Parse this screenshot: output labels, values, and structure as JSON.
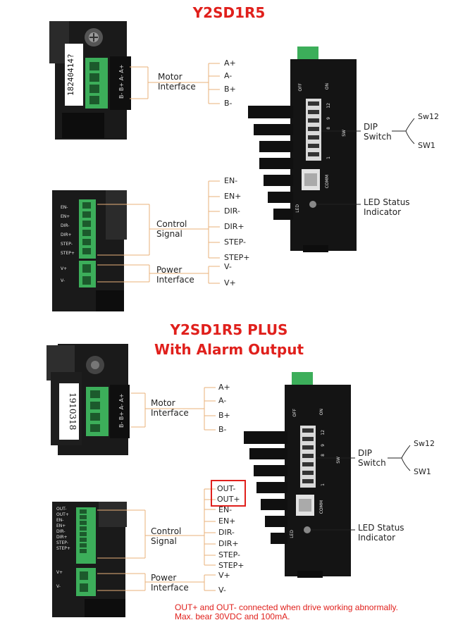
{
  "sections": {
    "top": {
      "title": "Y2SD1R5",
      "serial": "18240414?",
      "motor_label": "Motor\nInterface",
      "motor_pins": [
        "A+",
        "A-",
        "B+",
        "B-"
      ],
      "motor_terminal_text": "B- B+ A- A+",
      "control_label": "Control\nSignal",
      "control_pins": [
        "EN-",
        "EN+",
        "DIR-",
        "DIR+",
        "STEP-",
        "STEP+"
      ],
      "power_label": "Power\nInterface",
      "power_pins": [
        "V-",
        "V+"
      ],
      "side_pins": [
        "EN-",
        "EN+",
        "DIR-",
        "DIR+",
        "STEP-",
        "STEP+",
        "V+",
        "V-"
      ],
      "dip_label": "DIP\nSwitch",
      "dip_pins": [
        "Sw12",
        "SW1"
      ],
      "led_label": "LED Status\nIndicator",
      "body_texts": {
        "off": "OFF",
        "on": "ON",
        "n12": "12",
        "n9": "9",
        "n8": "8",
        "n1": "1",
        "sw": "SW",
        "comm": "COMM",
        "led": "LED"
      }
    },
    "bottom": {
      "title_line1": "Y2SD1R5 PLUS",
      "title_line2": "With Alarm Output",
      "serial": "1910318",
      "motor_label": "Motor\nInterface",
      "motor_pins": [
        "A+",
        "A-",
        "B+",
        "B-"
      ],
      "motor_terminal_text": "B- B+ A- A+",
      "alarm_pins": [
        "OUT-",
        "OUT+"
      ],
      "control_label": "Control\nSignal",
      "control_pins": [
        "EN-",
        "EN+",
        "DIR-",
        "DIR+",
        "STEP-",
        "STEP+"
      ],
      "power_label": "Power\nInterface",
      "power_pins": [
        "V+",
        "V-"
      ],
      "side_pins": [
        "OUT-",
        "OUT+",
        "EN-",
        "EN+",
        "DIR-",
        "DIR+",
        "STEP-",
        "STEP+",
        "V+",
        "V-"
      ],
      "dip_label": "DIP\nSwitch",
      "dip_pins": [
        "Sw12",
        "SW1"
      ],
      "led_label": "LED Status\nIndicator",
      "body_texts": {
        "off": "OFF",
        "on": "ON",
        "n12": "12",
        "n9": "9",
        "n8": "8",
        "n1": "1",
        "sw": "SW",
        "comm": "COMM",
        "led": "LED"
      },
      "note_line1": "OUT+ and OUT- connected when drive working abnormally.",
      "note_line2": "Max. bear 30VDC and 100mA."
    }
  },
  "colors": {
    "title_red": "#e0201c",
    "connector_green": "#3cae5a",
    "body_black": "#161616",
    "bracket_orange": "#e8b07a"
  }
}
